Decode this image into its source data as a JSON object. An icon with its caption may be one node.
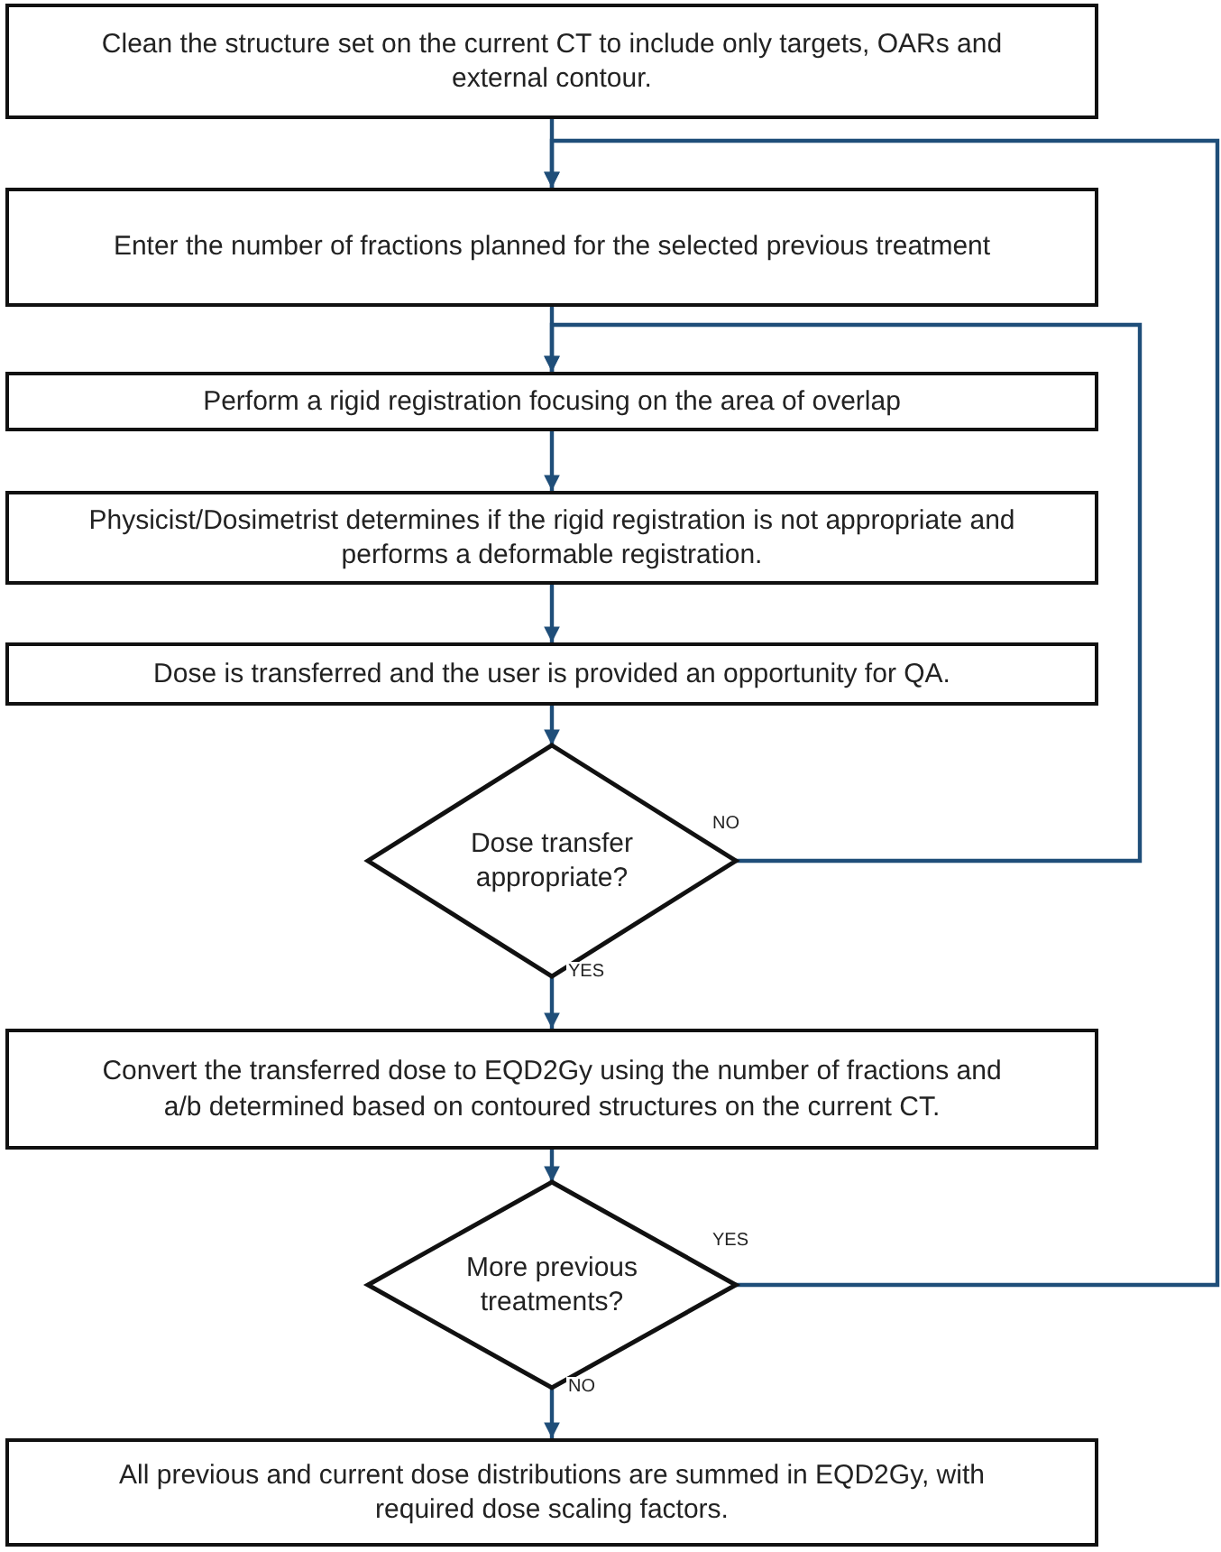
{
  "diagram": {
    "nodes": [
      {
        "text": [
          "Clean the structure set on the current CT to include only targets, OARs and external contour."
        ]
      },
      {
        "text": [
          "Enter the number of fractions planned for the selected previous treatment"
        ]
      },
      {
        "text": [
          "Perform a rigid registration focusing on the area of overlap"
        ]
      },
      {
        "text": [
          "Physicist/Dosimetrist determines if the rigid registration is not appropriate and performs a deformable registration."
        ]
      },
      {
        "text": [
          "Dose is transferred and the user is provided an opportunity for QA."
        ]
      },
      {
        "text": [
          "Dose transfer appropriate?"
        ]
      },
      {
        "text": [
          "Convert the transferred dose to EQD2Gy using the number of fractions and a/b determined based on contoured structures on the current CT."
        ]
      },
      {
        "text": [
          "More previous treatments?"
        ]
      },
      {
        "text": [
          "All previous and current dose distributions are summed in EQD2Gy, with required dose scaling factors."
        ]
      }
    ],
    "edges": [
      {
        "from": 0,
        "to": 1,
        "arrow": "to"
      },
      {
        "from": 1,
        "to": 2,
        "arrow": "to"
      },
      {
        "from": 2,
        "to": 3,
        "arrow": "to"
      },
      {
        "from": 3,
        "to": 4,
        "arrow": "to"
      },
      {
        "from": 4,
        "to": 5,
        "arrow": "to"
      },
      {
        "from": 5,
        "to": 6,
        "arrow": "to",
        "label": "YES"
      },
      {
        "from": 5,
        "to": 2,
        "arrow": "to",
        "label": "NO"
      },
      {
        "from": 6,
        "to": 7,
        "arrow": "to"
      },
      {
        "from": 7,
        "to": 8,
        "arrow": "to",
        "label": "NO"
      },
      {
        "from": 7,
        "to": 1,
        "arrow": "to",
        "label": "YES"
      }
    ]
  }
}
